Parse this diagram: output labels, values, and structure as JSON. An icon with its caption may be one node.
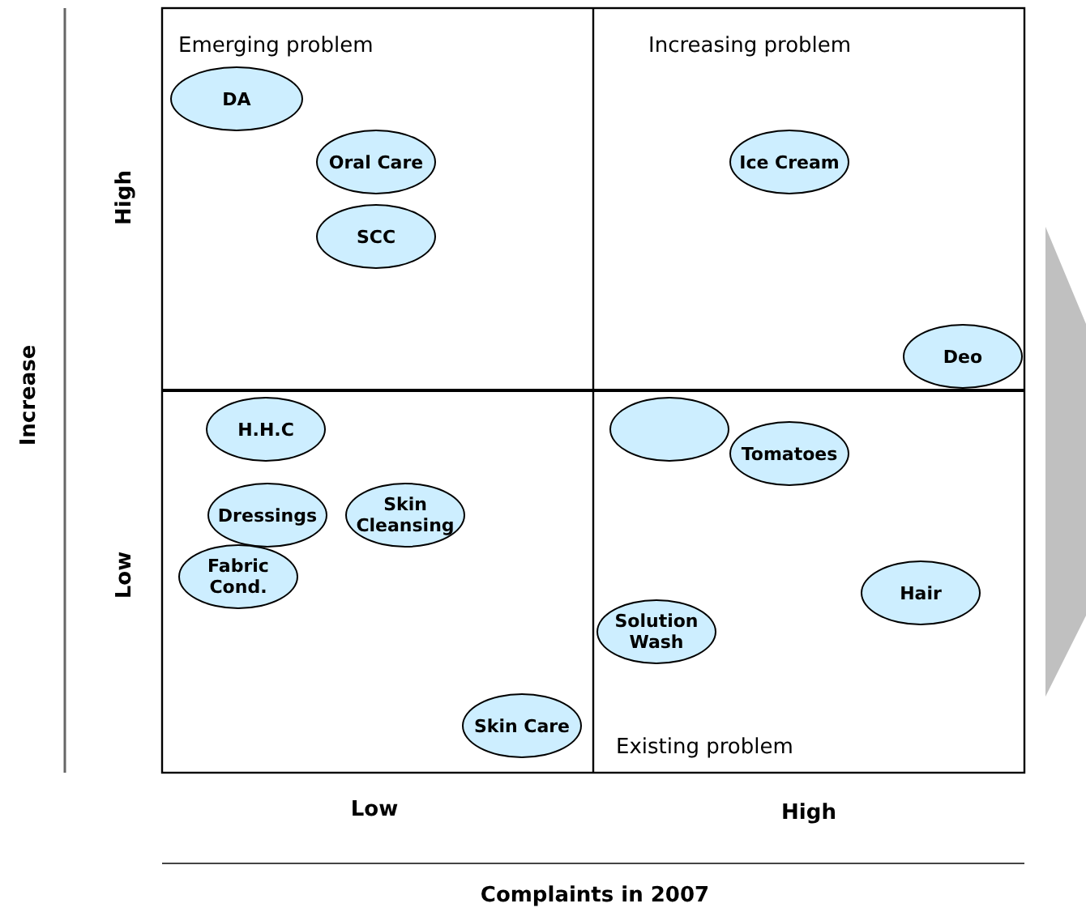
{
  "diagram": {
    "nodes": [
      {
        "text": [
          "DA"
        ]
      },
      {
        "text": [
          "Oral Care"
        ]
      },
      {
        "text": [
          "SCC"
        ]
      },
      {
        "text": [
          "Ice Cream"
        ]
      },
      {
        "text": [
          "Deo"
        ]
      },
      {
        "text": [
          "H.H.C"
        ]
      },
      {
        "text": [],
        "shape": "ellipse"
      },
      {
        "text": [
          "Tomatoes"
        ]
      },
      {
        "text": [
          "Dressings"
        ]
      },
      {
        "text": [
          "Skin Cleansing"
        ]
      },
      {
        "text": [
          "Fabric Cond."
        ]
      },
      {
        "text": [
          "Hair"
        ]
      },
      {
        "text": [
          "Solution Wash"
        ]
      },
      {
        "text": [
          "Skin Care"
        ]
      }
    ],
    "labels": [
      "Increase",
      "High",
      "Emerging problem",
      "Increasing problem",
      "Low",
      "Existing problem",
      "Low",
      "High",
      "Complaints in 2007"
    ]
  }
}
